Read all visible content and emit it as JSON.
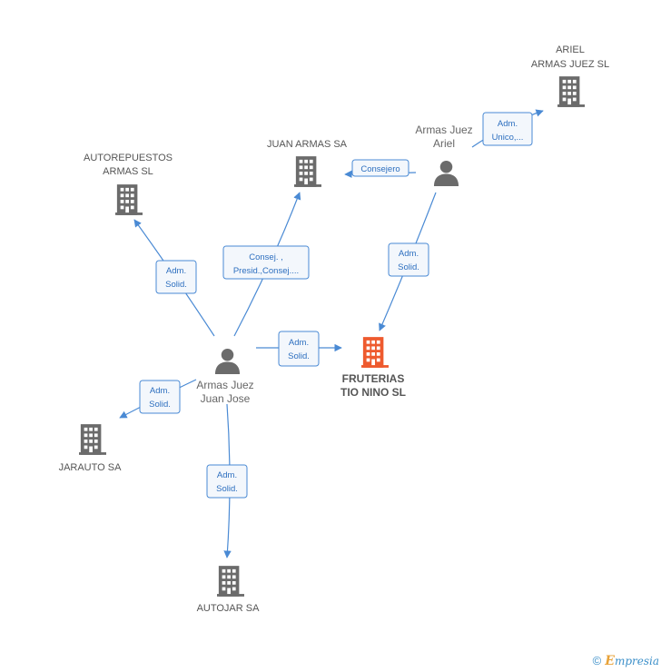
{
  "nodes": {
    "fruterias": {
      "lines": [
        "FRUTERIAS",
        "TIO NINO SL"
      ],
      "type": "company",
      "main": true,
      "color": "#ee5a2e"
    },
    "ariel_armas": {
      "lines": [
        "ARIEL",
        "ARMAS JUEZ SL"
      ],
      "type": "company",
      "color": "#6b6b6b"
    },
    "juan_armas_sa": {
      "lines": [
        "JUAN ARMAS SA"
      ],
      "type": "company",
      "color": "#6b6b6b"
    },
    "autorepuestos": {
      "lines": [
        "AUTOREPUESTOS",
        "ARMAS SL"
      ],
      "type": "company",
      "color": "#6b6b6b"
    },
    "jarauto": {
      "lines": [
        "JARAUTO SA"
      ],
      "type": "company",
      "color": "#6b6b6b"
    },
    "autojar": {
      "lines": [
        "AUTOJAR SA"
      ],
      "type": "company",
      "color": "#6b6b6b"
    },
    "juan_jose": {
      "lines": [
        "Armas Juez",
        "Juan Jose"
      ],
      "type": "person",
      "color": "#6b6b6b"
    },
    "ariel_person": {
      "lines": [
        "Armas Juez",
        "Ariel"
      ],
      "type": "person",
      "color": "#6b6b6b"
    }
  },
  "edges": [
    {
      "id": "jj-fruterias",
      "label": [
        "Adm.",
        "Solid."
      ]
    },
    {
      "id": "jj-juanarmas",
      "label": [
        "Consej. ,",
        "Presid.,Consej...."
      ]
    },
    {
      "id": "jj-autorepuestos",
      "label": [
        "Adm.",
        "Solid."
      ]
    },
    {
      "id": "jj-jarauto",
      "label": [
        "Adm.",
        "Solid."
      ]
    },
    {
      "id": "jj-autojar",
      "label": [
        "Adm.",
        "Solid."
      ]
    },
    {
      "id": "ariel-juanarmas",
      "label": [
        "Consejero"
      ]
    },
    {
      "id": "ariel-arielsl",
      "label": [
        "Adm.",
        "Unico,..."
      ]
    },
    {
      "id": "ariel-fruterias",
      "label": [
        "Adm.",
        "Solid."
      ]
    }
  ],
  "footer": {
    "copyright": "©",
    "brand_initial": "E",
    "brand_rest": "mpresia"
  },
  "colors": {
    "edge": "#4a8ad4",
    "main_company": "#ee5a2e",
    "company": "#6b6b6b",
    "person": "#6b6b6b"
  }
}
